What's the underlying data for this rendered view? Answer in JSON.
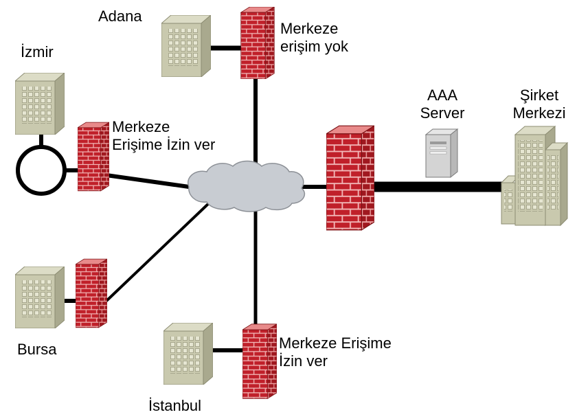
{
  "sites": {
    "adana": {
      "name": "Adana",
      "policy": [
        "Merkeze",
        "erişim yok"
      ]
    },
    "izmir": {
      "name": "İzmir",
      "policy": [
        "Merkeze",
        "Erişime İzin ver"
      ]
    },
    "bursa": {
      "name": "Bursa"
    },
    "istanbul": {
      "name": "İstanbul",
      "policy": [
        "Merkeze Erişime",
        "İzin ver"
      ]
    }
  },
  "hq": {
    "name": [
      "Şirket",
      "Merkezi"
    ]
  },
  "aaa": {
    "name": [
      "AAA",
      "Server"
    ]
  },
  "colors": {
    "firewall_brick": "#c0202a",
    "firewall_mortar": "#f2b8b8",
    "building": "#c9c9ae",
    "cloud": "#c8ccd2",
    "link": "#000000"
  }
}
